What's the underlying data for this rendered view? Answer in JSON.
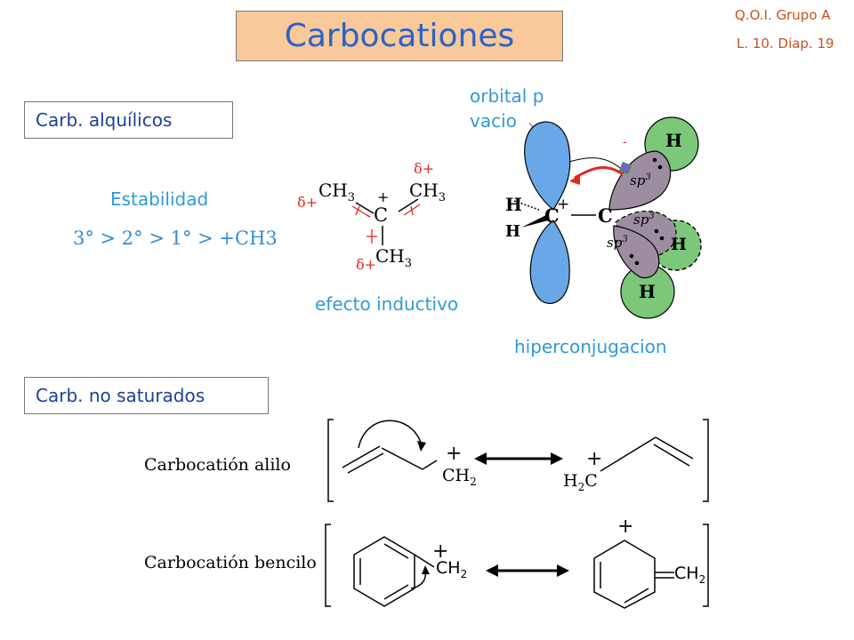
{
  "header": {
    "title": "Carbocationes",
    "course": "Q.O.I. Grupo A",
    "slide": "L. 10. Diap. 19"
  },
  "alkyl": {
    "section_label": "Carb. alquílicos",
    "stability_label": "Estabilidad",
    "stability_order": "3° > 2° > 1° > +CH3",
    "inductive_label": "efecto inductivo",
    "hyperconj_label": "hiperconjugacion",
    "orbital_label_line1": "orbital p",
    "orbital_label_line2": "vacio",
    "atoms": {
      "ch3": "CH",
      "sub3": "3",
      "c": "C",
      "plus": "+",
      "delta": "δ+",
      "h": "H",
      "sp": "sp",
      "sup3": "3",
      "minus": "-"
    }
  },
  "unsaturated": {
    "section_label": "Carb. no saturados",
    "allyl_label": "Carbocatión alilo",
    "benzyl_label": "Carbocatión bencilo",
    "ch": "CH",
    "sub2": "2",
    "h": "H",
    "c": "C",
    "plus": "+"
  },
  "colors": {
    "title_bg": "#f9c99a",
    "title_text": "#2a63c9",
    "corner_text": "#c8541c",
    "label_blue": "#2f9bd8",
    "delta_red": "#e0281c",
    "p_orbital": "#6aa7e6",
    "sp3_orbital": "#9c8ea0",
    "h_orbital": "#7cc77a"
  }
}
